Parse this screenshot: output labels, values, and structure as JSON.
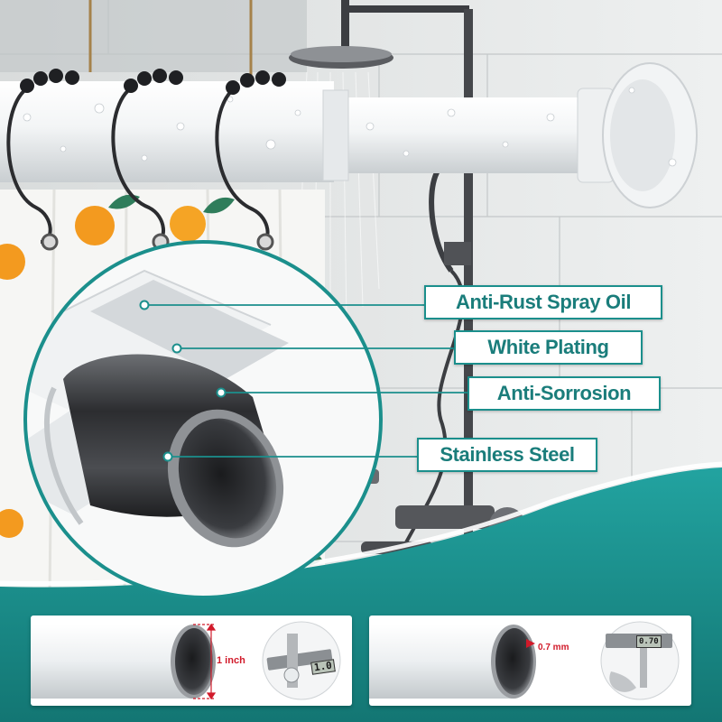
{
  "callouts": [
    {
      "label": "Anti-Rust Spray Oil"
    },
    {
      "label": "White Plating"
    },
    {
      "label": "Anti-Sorrosion"
    },
    {
      "label": "Stainless Steel"
    }
  ],
  "measurements": {
    "diameter_label": "1 inch",
    "wall_label": "0.7 mm",
    "caliper_left_reading": "1.0",
    "caliper_right_reading": "0.70"
  },
  "colors": {
    "teal": "#1b8f8c",
    "teal_text": "#1a7d7b",
    "measure_red": "#d11a2a",
    "steel_dark": "#2c2d30",
    "rod_white": "#f4f6f7"
  }
}
